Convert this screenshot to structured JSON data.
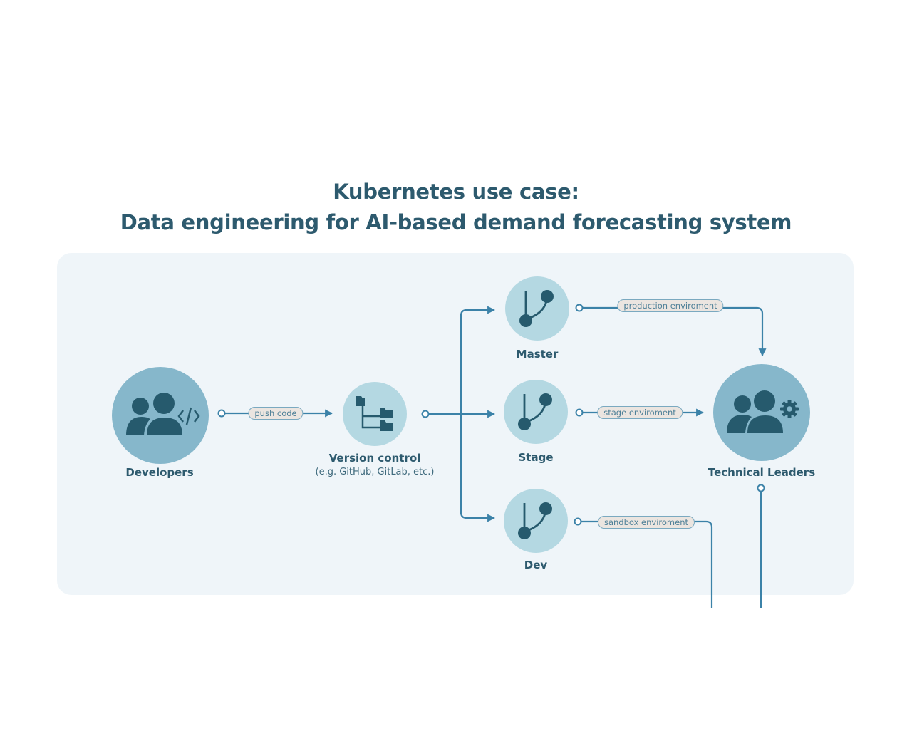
{
  "title": {
    "line1": "Kubernetes use case:",
    "line2": "Data engineering for AI-based demand forecasting system"
  },
  "nodes": {
    "developers": {
      "label": "Developers",
      "icon": "users-code-icon"
    },
    "version_control": {
      "label": "Version control",
      "sublabel": "(e.g. GitHub, GitLab, etc.)",
      "icon": "folder-tree-icon"
    },
    "master": {
      "label": "Master",
      "icon": "git-branch-icon"
    },
    "stage": {
      "label": "Stage",
      "icon": "git-branch-icon"
    },
    "dev": {
      "label": "Dev",
      "icon": "git-branch-icon"
    },
    "technical_leaders": {
      "label": "Technical Leaders",
      "icon": "users-gear-icon"
    }
  },
  "edges": {
    "push_code": "push code",
    "production": "production enviroment",
    "stage": "stage enviroment",
    "sandbox": "sandbox enviroment"
  },
  "colors": {
    "title": "#2d5a6e",
    "panel": "#eff5f9",
    "connector": "#3b82a8",
    "node_large": "#86b7cb",
    "node_small": "#b4d8e2",
    "icon": "#265a6d",
    "pill_fill": "#ebe5e0"
  }
}
